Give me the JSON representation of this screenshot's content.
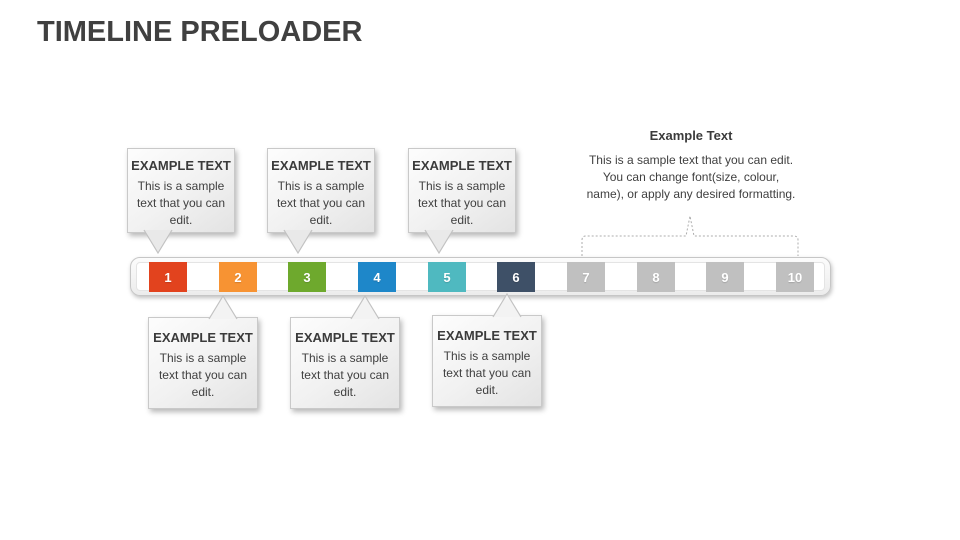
{
  "slide": {
    "title": "TIMELINE PRELOADER"
  },
  "timeline": {
    "segments": [
      {
        "label": "1",
        "color": "#e2431e",
        "state": "active"
      },
      {
        "label": "2",
        "color": "#f79333",
        "state": "active"
      },
      {
        "label": "3",
        "color": "#6ea92d",
        "state": "active"
      },
      {
        "label": "4",
        "color": "#1e87c9",
        "state": "active"
      },
      {
        "label": "5",
        "color": "#4fb9c0",
        "state": "active"
      },
      {
        "label": "6",
        "color": "#3e5067",
        "state": "active"
      },
      {
        "label": "7",
        "color": "#c0c0c0",
        "state": "inactive"
      },
      {
        "label": "8",
        "color": "#c0c0c0",
        "state": "inactive"
      },
      {
        "label": "9",
        "color": "#c0c0c0",
        "state": "inactive"
      },
      {
        "label": "10",
        "color": "#c0c0c0",
        "state": "inactive"
      }
    ]
  },
  "callouts": {
    "top": [
      {
        "title": "EXAMPLE TEXT",
        "body": "This is a sample text that you can edit."
      },
      {
        "title": "EXAMPLE TEXT",
        "body": "This is a sample text that you can edit."
      },
      {
        "title": "EXAMPLE TEXT",
        "body": "This is a sample text that you can edit."
      }
    ],
    "bottom": [
      {
        "title": "EXAMPLE TEXT",
        "body": "This is a sample text that you can edit."
      },
      {
        "title": "EXAMPLE TEXT",
        "body": "This is a sample text that you can edit."
      },
      {
        "title": "EXAMPLE TEXT",
        "body": "This is a sample text that you can edit."
      }
    ]
  },
  "note": {
    "title": "Example Text",
    "lines": [
      "This is a sample text that you can edit.",
      "You can change font(size, colour,",
      "name), or apply any desired formatting."
    ]
  }
}
